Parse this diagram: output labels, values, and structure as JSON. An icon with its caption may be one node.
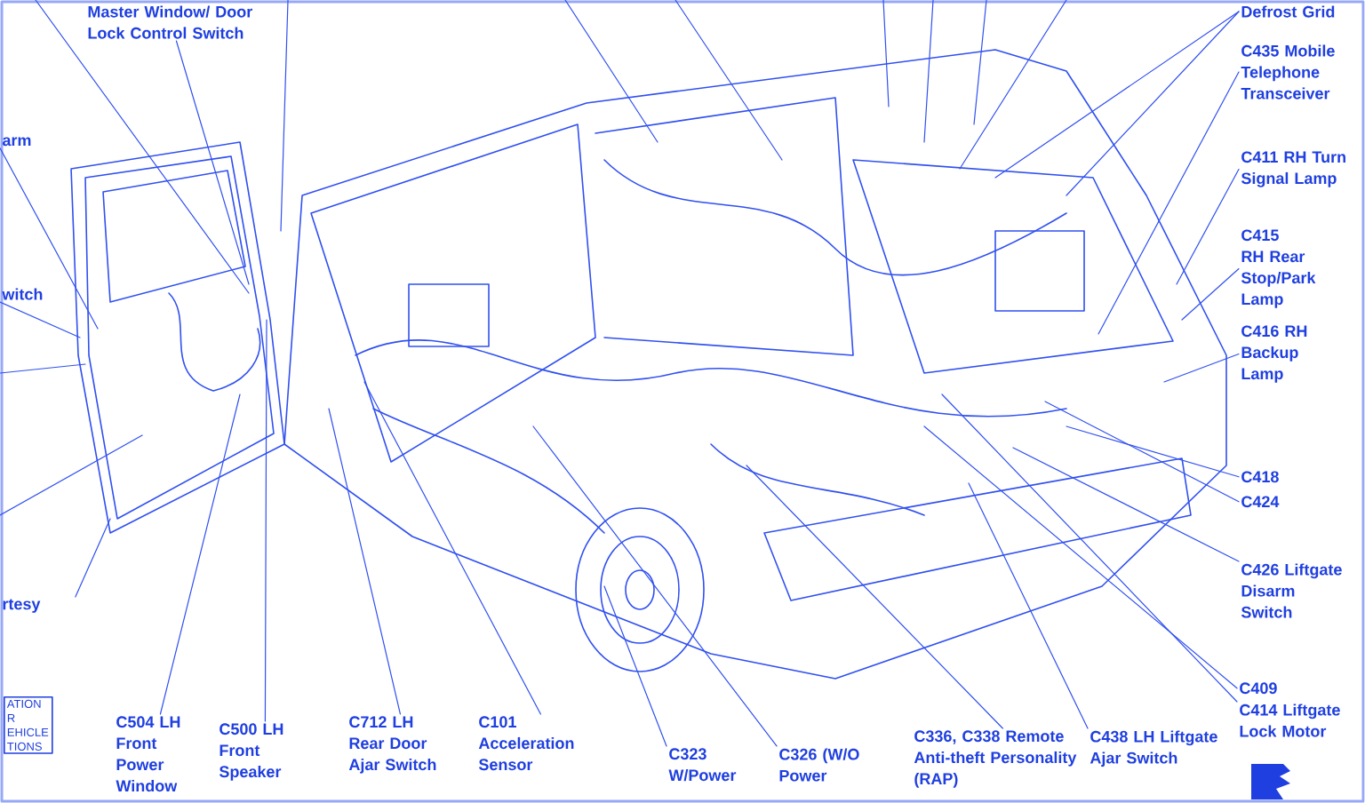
{
  "diagram": {
    "nodes": [
      {
        "text": [
          "Master Window/ Door Lock Control Switch"
        ]
      },
      {
        "text": [
          "arm"
        ]
      },
      {
        "text": [
          "witch"
        ]
      },
      {
        "text": [
          "rtesy"
        ]
      },
      {
        "text": [
          "C504 LH Front Power Window"
        ]
      },
      {
        "text": [
          "C500 LH Front Speaker"
        ]
      },
      {
        "text": [
          "C712 LH Rear Door Ajar Switch"
        ]
      },
      {
        "text": [
          "C101 Acceleration Sensor"
        ]
      },
      {
        "text": [
          "C323 W/Power"
        ]
      },
      {
        "text": [
          "C326 (W/O Power"
        ]
      },
      {
        "text": [
          "C336, C338 Remote Anti-theft Personality (RAP)"
        ]
      },
      {
        "text": [
          "C438 LH Liftgate Ajar Switch"
        ]
      },
      {
        "text": [
          "C409"
        ]
      },
      {
        "text": [
          "C414 Liftgate Lock Motor"
        ]
      },
      {
        "text": [
          "C426 Liftgate Disarm Switch"
        ]
      },
      {
        "text": [
          "C418"
        ]
      },
      {
        "text": [
          "C424"
        ]
      },
      {
        "text": [
          "C416 RH Backup Lamp"
        ]
      },
      {
        "text": [
          "C415 RH Rear Stop/Park Lamp"
        ]
      },
      {
        "text": [
          "C411 RH Turn Signal Lamp"
        ]
      },
      {
        "text": [
          "C435 Mobile Telephone Transceiver"
        ]
      },
      {
        "text": [
          "Defrost Grid"
        ]
      },
      {
        "text": [
          "ATION R EHICLE TIONS"
        ]
      }
    ],
    "edges": [
      {
        "from": 0,
        "to": null,
        "arrow": "none"
      },
      {
        "from": 1,
        "to": null,
        "arrow": "none"
      },
      {
        "from": 2,
        "to": null,
        "arrow": "none"
      },
      {
        "from": 3,
        "to": null,
        "arrow": "none"
      },
      {
        "from": 4,
        "to": null,
        "arrow": "none"
      },
      {
        "from": 5,
        "to": null,
        "arrow": "none"
      },
      {
        "from": 6,
        "to": null,
        "arrow": "none"
      },
      {
        "from": 7,
        "to": null,
        "arrow": "none"
      },
      {
        "from": 8,
        "to": null,
        "arrow": "none"
      },
      {
        "from": 9,
        "to": null,
        "arrow": "none"
      },
      {
        "from": 10,
        "to": null,
        "arrow": "none"
      },
      {
        "from": 11,
        "to": null,
        "arrow": "none"
      },
      {
        "from": 12,
        "to": null,
        "arrow": "none"
      },
      {
        "from": 13,
        "to": null,
        "arrow": "none"
      },
      {
        "from": 14,
        "to": null,
        "arrow": "none"
      },
      {
        "from": 15,
        "to": null,
        "arrow": "none"
      },
      {
        "from": 16,
        "to": null,
        "arrow": "none"
      },
      {
        "from": 17,
        "to": null,
        "arrow": "none"
      },
      {
        "from": 18,
        "to": null,
        "arrow": "none"
      },
      {
        "from": 19,
        "to": null,
        "arrow": "none"
      },
      {
        "from": 20,
        "to": null,
        "arrow": "none"
      },
      {
        "from": 21,
        "to": null,
        "arrow": "none"
      },
      {
        "from": 21,
        "to": null,
        "arrow": "none"
      }
    ]
  }
}
